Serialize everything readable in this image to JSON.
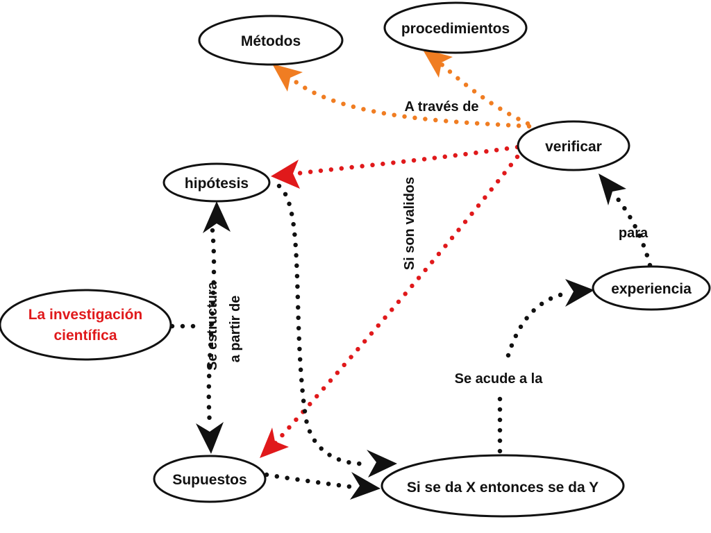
{
  "nodes": {
    "metodos": "Métodos",
    "procedimientos": "procedimientos",
    "verificar": "verificar",
    "hipotesis": "hipótesis",
    "investigacion_line1": "La investigación",
    "investigacion_line2": "científica",
    "experiencia": "experiencia",
    "supuestos": "Supuestos",
    "si_se_da": "Si se da X entonces se da Y"
  },
  "edges": {
    "a_traves_de": "A través de",
    "si_son_validos": "Si son validos",
    "se_estructura_line1": "Se estructura",
    "se_estructura_line2": "a partir de",
    "para": "para",
    "se_acude_a_la": "Se acude a la"
  },
  "colors": {
    "black": "#111111",
    "orange": "#f07d22",
    "red": "#e0191b"
  }
}
